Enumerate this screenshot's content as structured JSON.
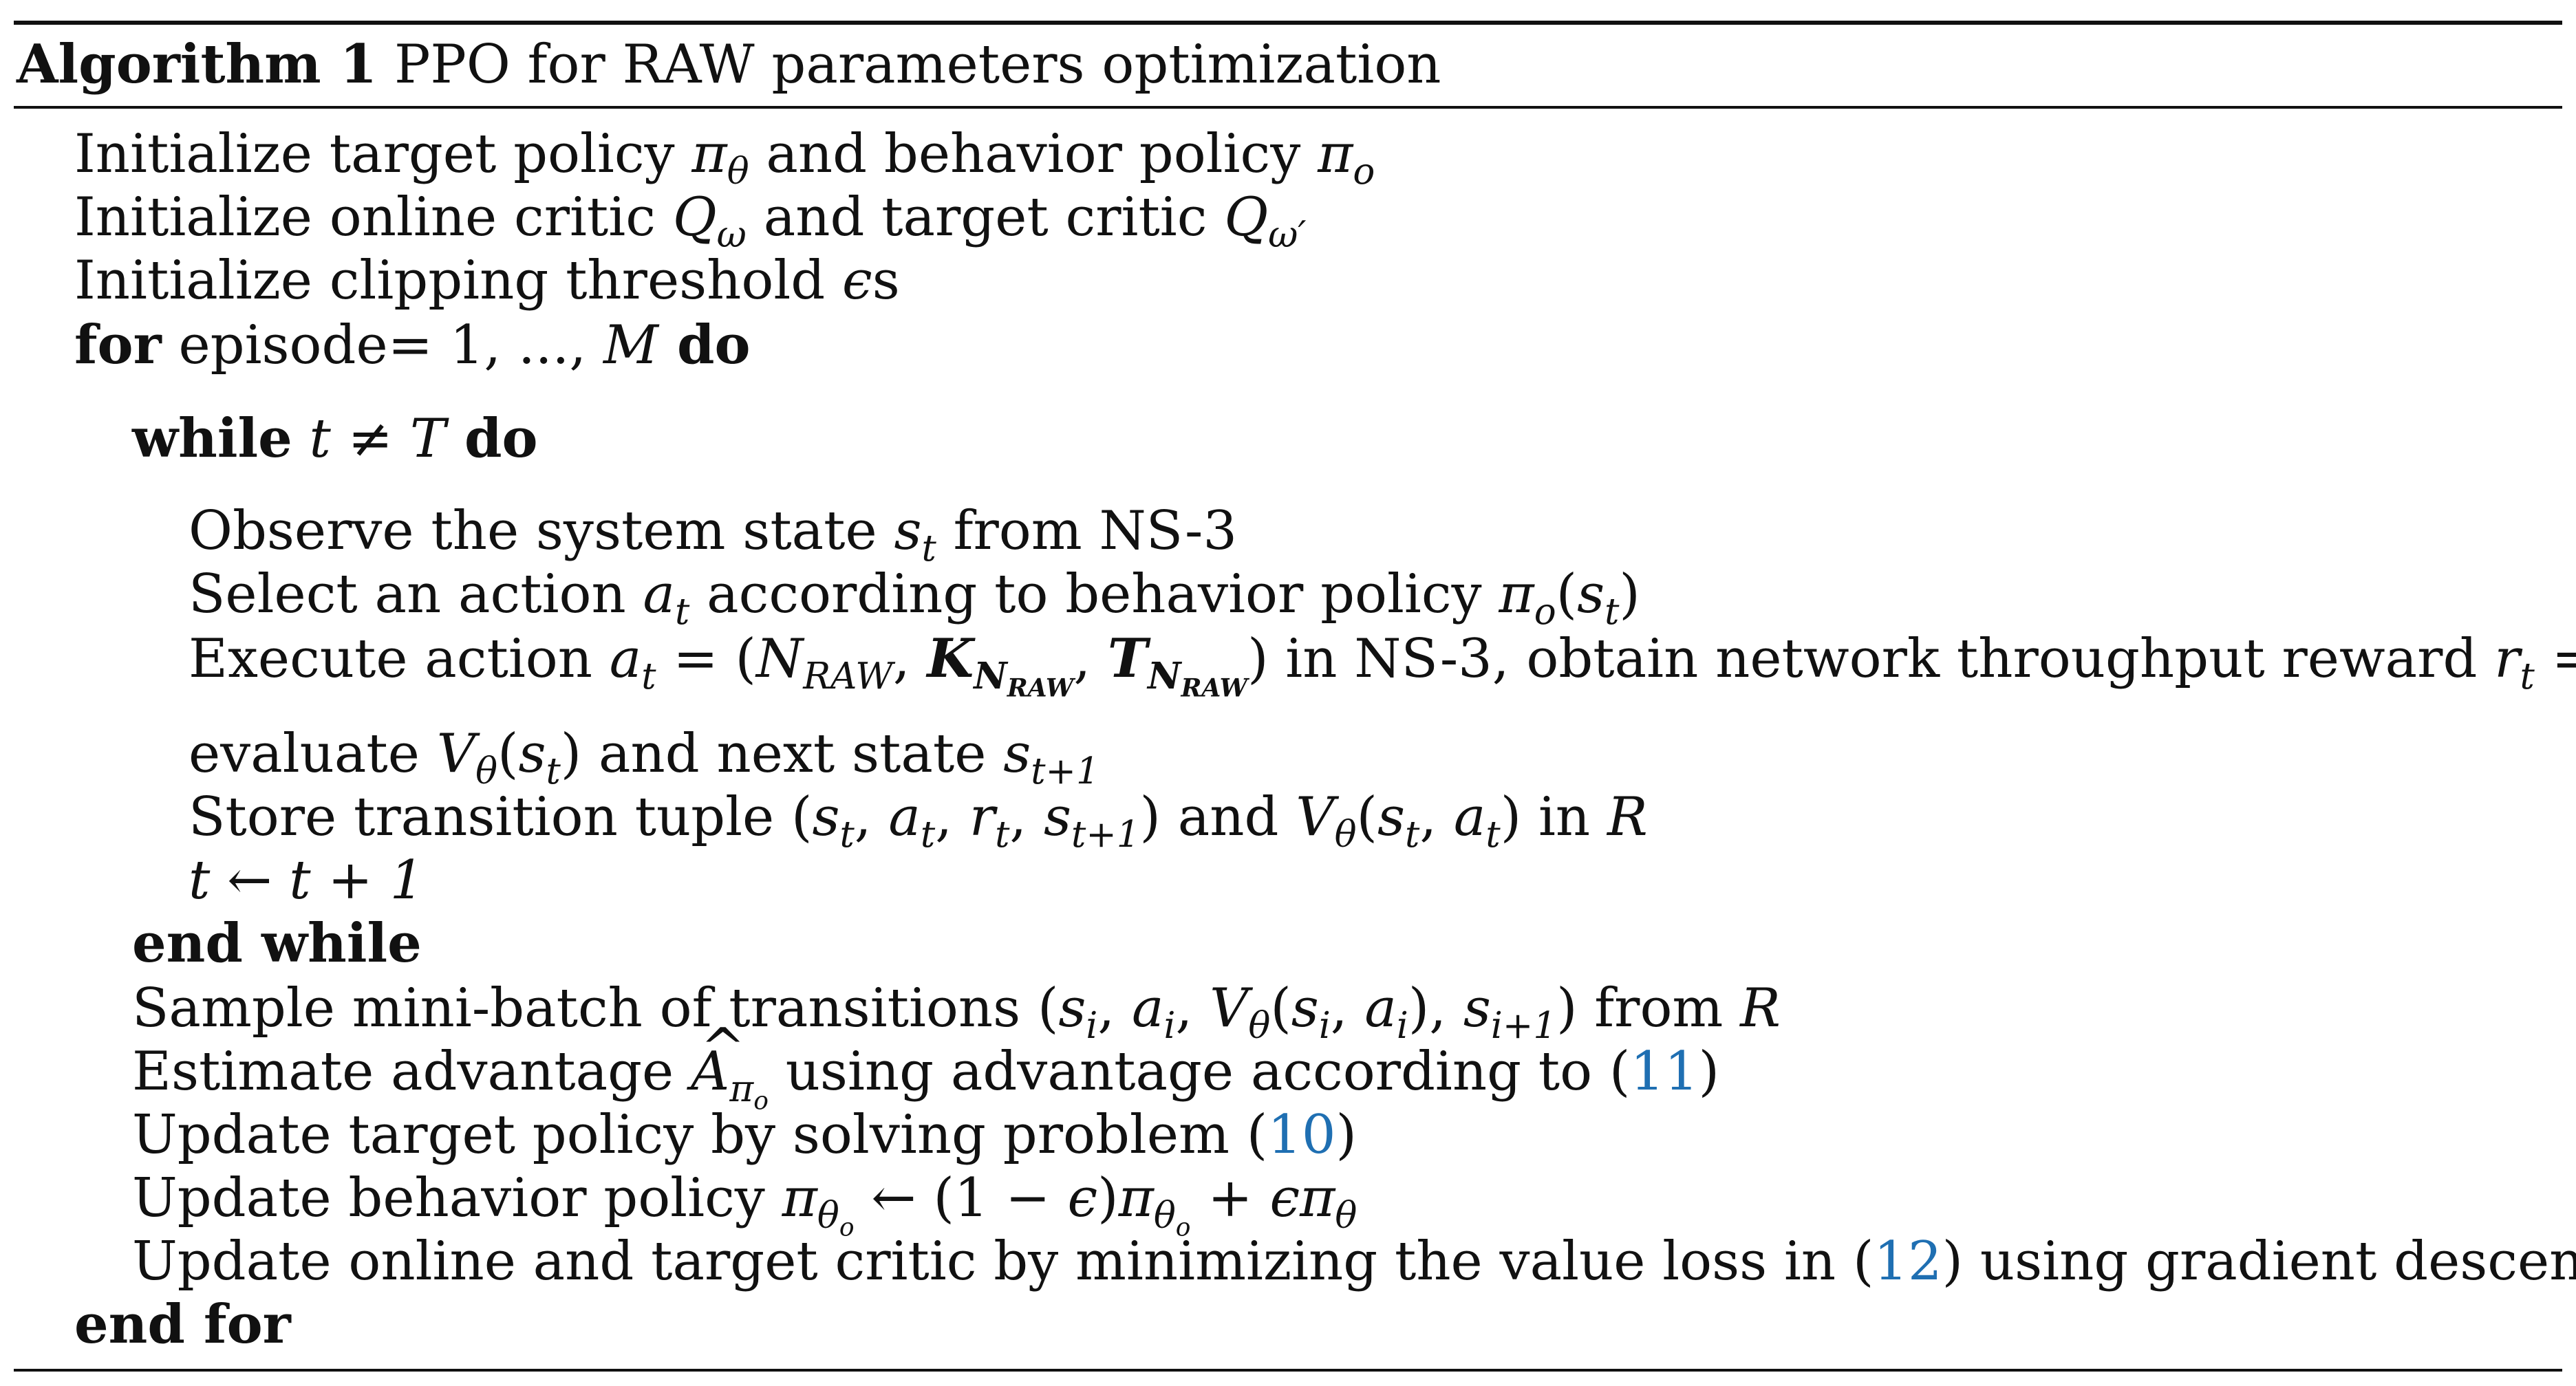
{
  "algorithm": {
    "number_label": "Algorithm 1",
    "title": "PPO for RAW parameters optimization"
  },
  "lines": {
    "init_policy": {
      "text1": "Initialize target policy ",
      "text2": " and behavior policy "
    },
    "init_critic": {
      "text1": "Initialize online critic ",
      "text2": " and target critic "
    },
    "init_clip": {
      "text1": "Initialize clipping threshold ",
      "text2": "s"
    },
    "for_loop": {
      "kw_for": "for",
      "text": " episode= 1, ..., ",
      "var": "M",
      "kw_do": " do"
    },
    "while_loop": {
      "kw_while": "while",
      "cond": " t ≠ T",
      "kw_do": " do"
    },
    "observe": {
      "text1": "Observe the system state ",
      "text2": " from NS-3"
    },
    "select": {
      "text1": "Select an action ",
      "text2": " according to behavior policy "
    },
    "execute": {
      "text1": "Execute action ",
      "text2": " in NS-3, obtain network throughput reward "
    },
    "evaluate": {
      "text1": "evaluate ",
      "text2": " and next state "
    },
    "store": {
      "text1": "Store transition tuple ",
      "text2": " and ",
      "text3": " in "
    },
    "increment": {
      "text": "t ← t + 1"
    },
    "end_while": "end while",
    "sample": {
      "text1": "Sample mini-batch of transitions ",
      "text2": " from "
    },
    "estimate": {
      "text1": "Estimate advantage ",
      "text2": " using advantage according to (",
      "ref": "11",
      "text3": ")"
    },
    "update_target": {
      "text1": "Update target policy by solving problem (",
      "ref": "10",
      "text2": ")"
    },
    "update_behavior": {
      "text1": "Update behavior policy "
    },
    "update_critic": {
      "text1": "Update online and target critic by minimizing the value loss in (",
      "ref": "12",
      "text2": ") using gradient descent"
    },
    "end_for": "end for"
  },
  "colors": {
    "text": "#111111",
    "reference_link": "#1f6fb2",
    "rule": "#111111"
  }
}
